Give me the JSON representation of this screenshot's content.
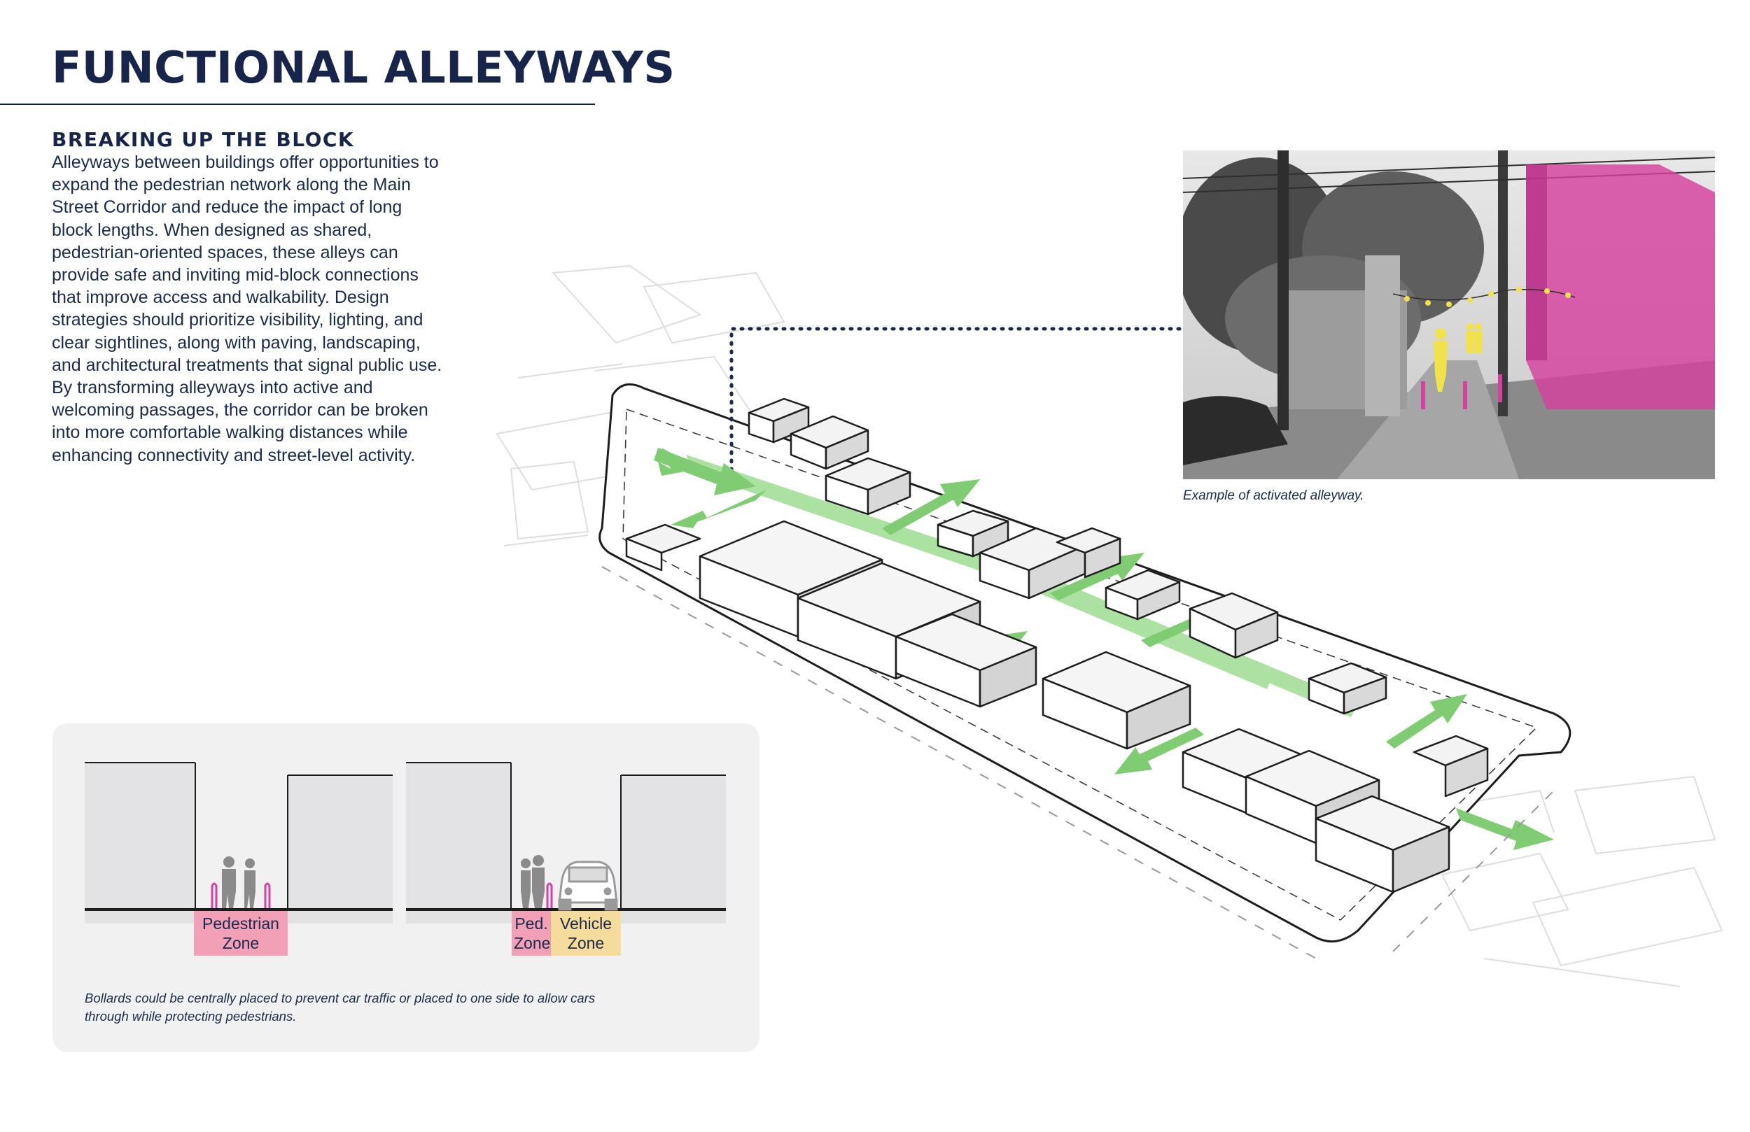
{
  "header": {
    "title": "FUNCTIONAL ALLEYWAYS"
  },
  "intro": {
    "subtitle": "BREAKING UP THE BLOCK",
    "body": "Alleyways between buildings offer opportunities to expand the pedestrian network along the Main Street Corridor and reduce the impact of long block lengths. When designed as shared, pedestrian-oriented spaces, these alleys can provide safe and inviting mid-block connections that improve access and walkability. Design strategies should prioritize visibility, lighting, and clear sightlines, along with paving, landscaping, and architectural treatments that signal public use. By transforming alleyways into active and welcoming passages, the corridor can be broken into more comfortable walking distances while enhancing connectivity and street-level activity."
  },
  "photo": {
    "caption": "Example of activated alleyway."
  },
  "sections": {
    "pedestrian_zone": "Pedestrian Zone",
    "ped_zone": "Ped. Zone",
    "vehicle_zone": "Vehicle Zone",
    "caption": "Bollards could be centrally placed to prevent car traffic or placed to one side to allow cars through while protecting pedestrians."
  },
  "colors": {
    "navy": "#17254a",
    "pedestrian_pink": "#f2a0b8",
    "vehicle_yellow": "#f5dc9c",
    "alley_green": "#85cf78",
    "photo_magenta": "#d6409f",
    "photo_yellow": "#f2e24a"
  },
  "icons": {
    "pedestrian": "person-icon",
    "vehicle": "car-icon",
    "bollard": "bollard-icon"
  }
}
